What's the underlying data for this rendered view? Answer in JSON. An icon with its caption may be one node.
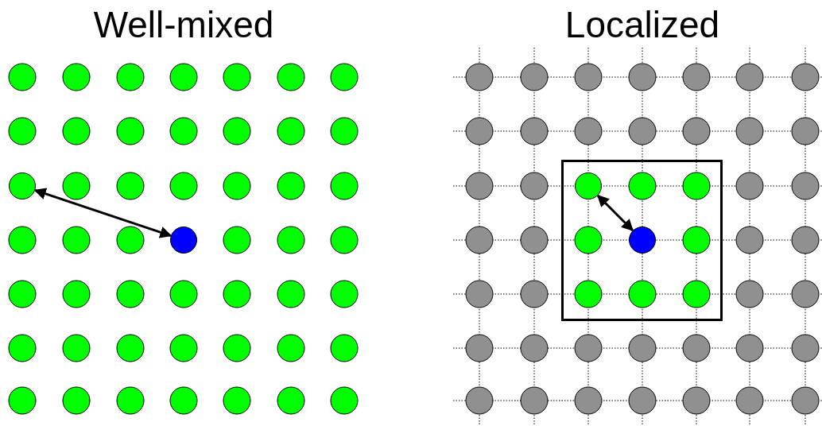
{
  "diagram": {
    "nodes": [
      {
        "text": [],
        "shape": "circle"
      },
      {
        "text": [],
        "shape": "circle"
      },
      {
        "text": [],
        "shape": "box"
      },
      {
        "text": [],
        "shape": "circle",
        "in": 2
      },
      {
        "text": [],
        "shape": "circle",
        "in": 2
      }
    ],
    "edges": [
      {
        "from": 0,
        "to": 1,
        "arrow": "both"
      },
      {
        "from": 3,
        "to": 4,
        "arrow": "both"
      }
    ],
    "labels": [
      "Well-mixed",
      "Localized"
    ]
  }
}
